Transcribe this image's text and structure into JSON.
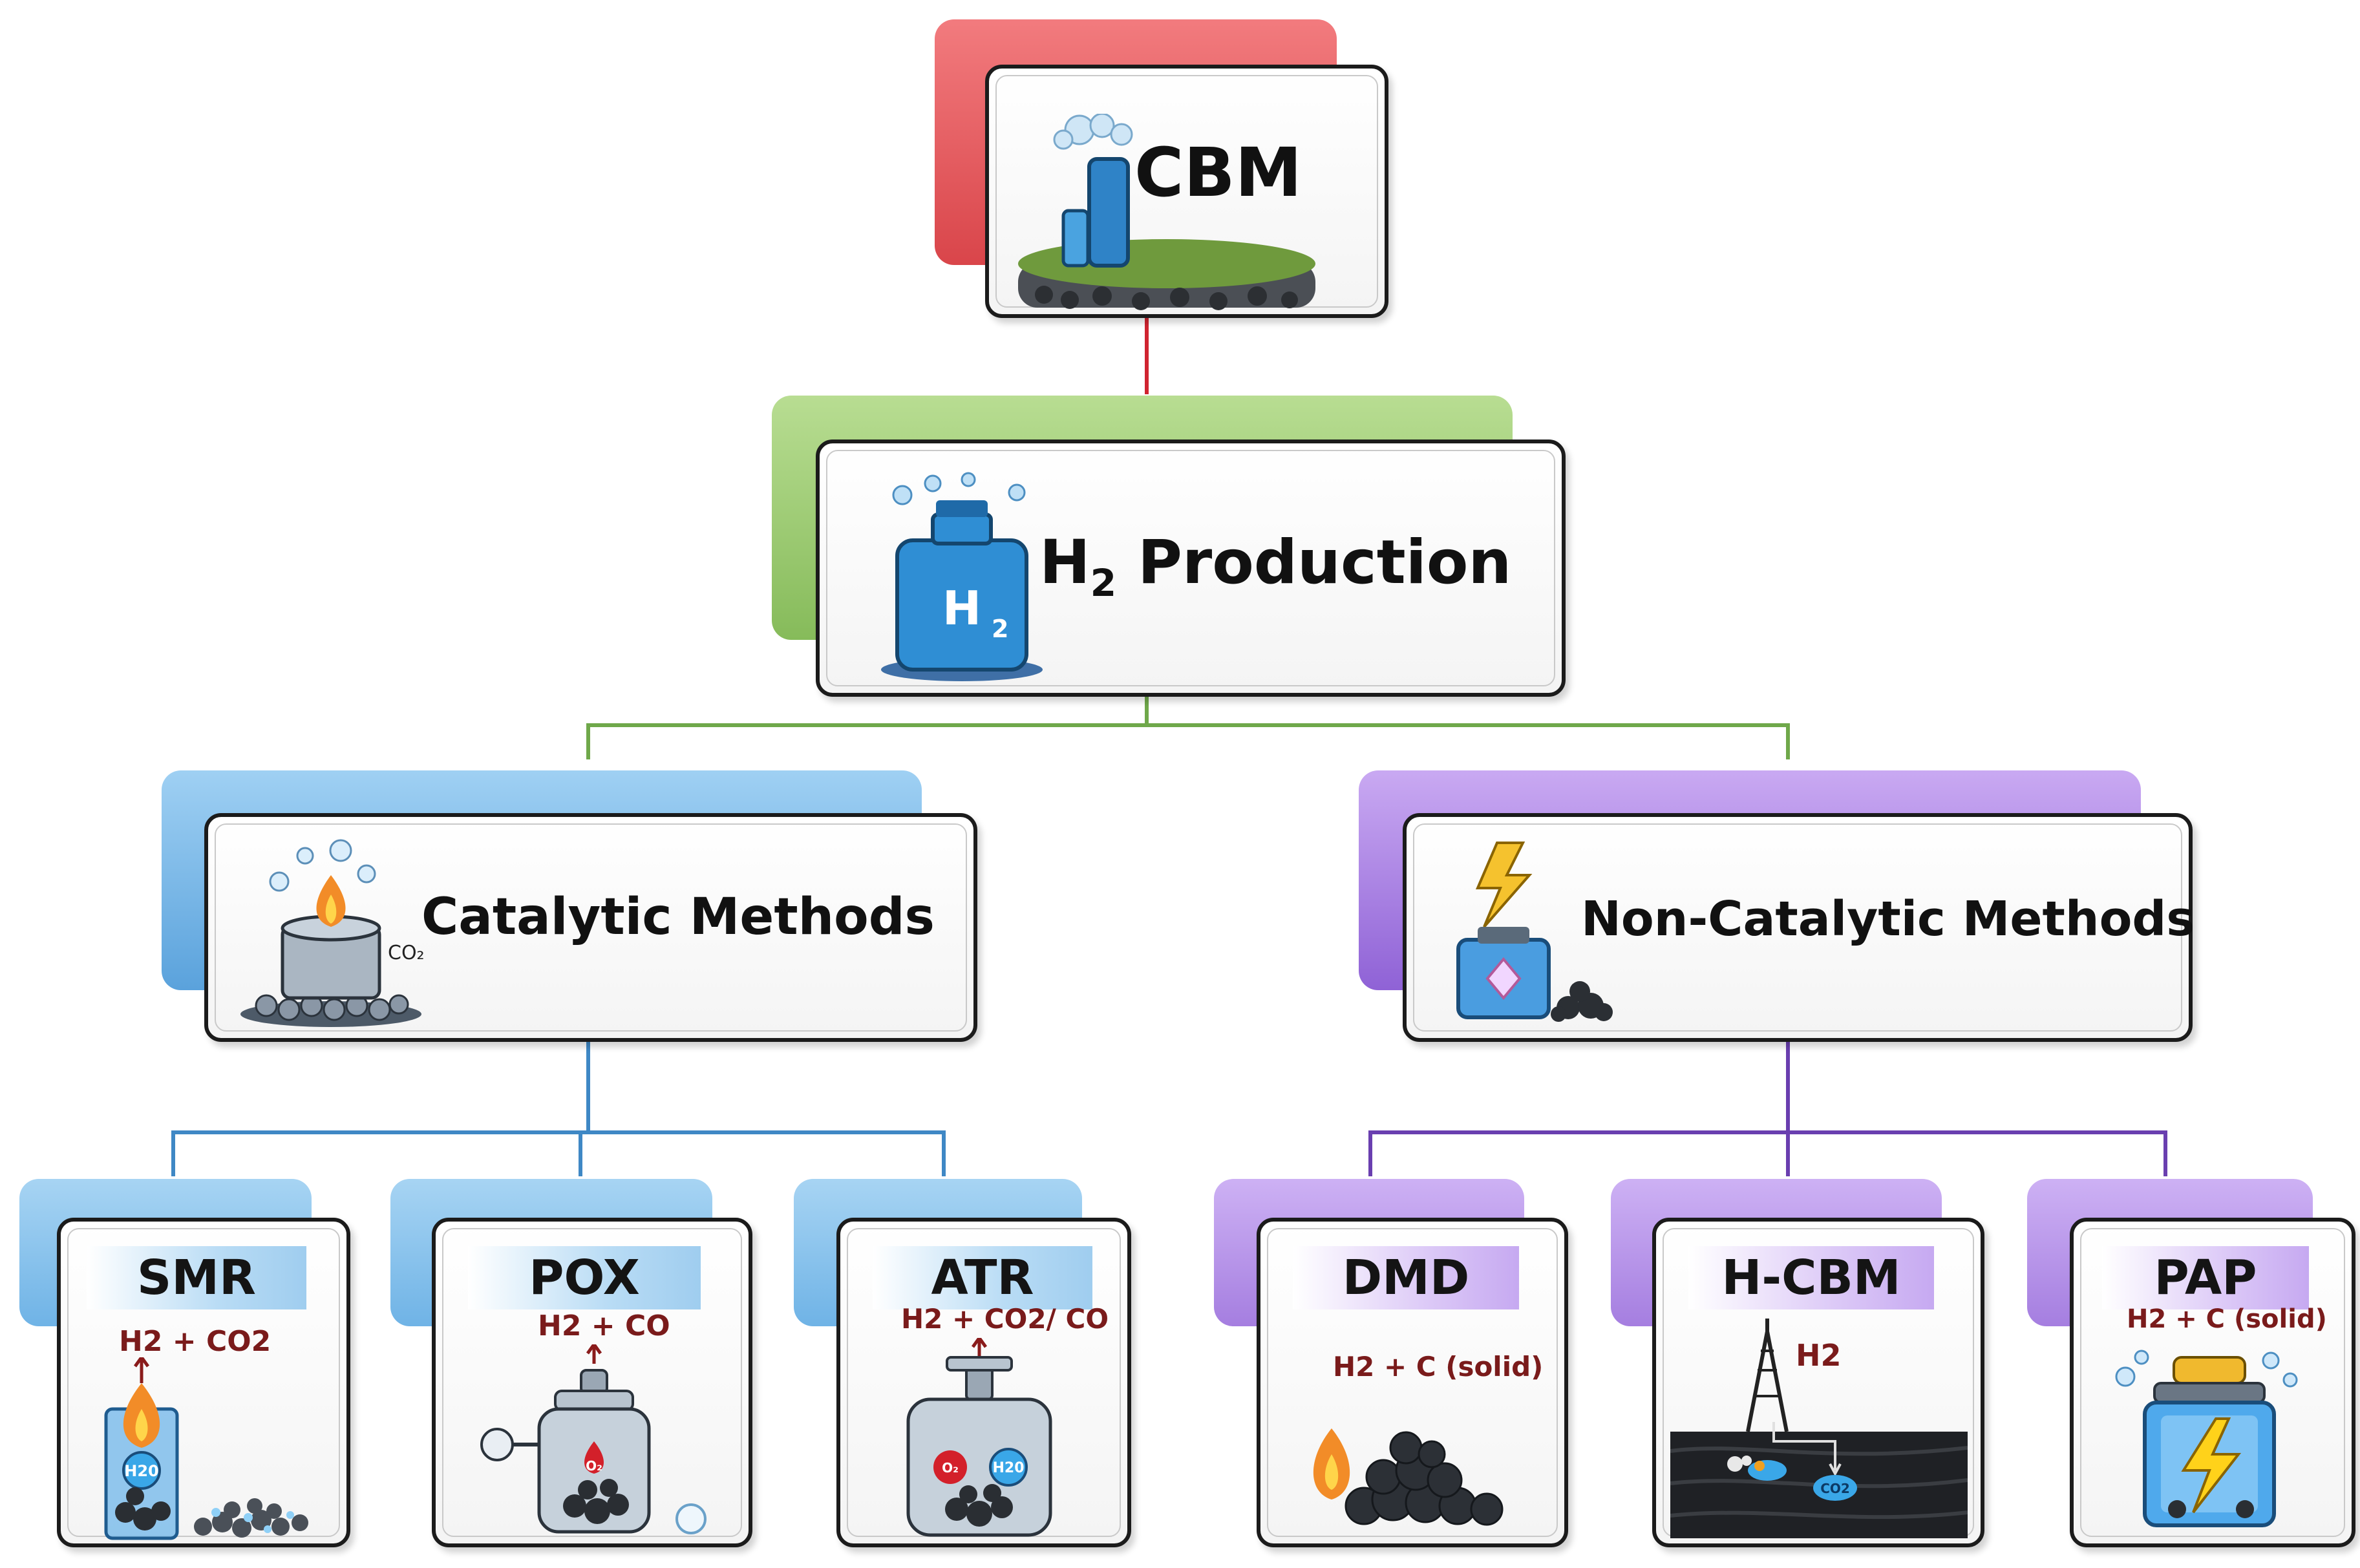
{
  "root": {
    "label": "CBM"
  },
  "level1": {
    "label_main": "H",
    "label_sub": "2",
    "label_rest": " Production"
  },
  "branches": [
    {
      "label": "Catalytic Methods",
      "icon_prefix": "CO₂",
      "color": "#6fb3e6"
    },
    {
      "label": "Non-Catalytic Methods",
      "color": "#a57ee0"
    }
  ],
  "leaves": [
    {
      "name": "SMR",
      "formula": "H2 + CO2"
    },
    {
      "name": "POX",
      "formula": "H2 + CO"
    },
    {
      "name": "ATR",
      "formula": "H2 + CO2/ CO"
    },
    {
      "name": "DMD",
      "formula": "H2 + C (solid)"
    },
    {
      "name": "H-CBM",
      "formula": "H2"
    },
    {
      "name": "PAP",
      "formula": "H2 + C (solid)"
    }
  ],
  "icon_labels": {
    "h2_bottle": "H",
    "h2_bottle_sub": "2",
    "h2o": "H20",
    "o2": "O₂",
    "co2": "CO2"
  },
  "colors": {
    "root": "#e85a5e",
    "level1": "#9fce78",
    "catalytic": "#6fb3e6",
    "noncatalytic": "#a57ee0",
    "formula": "#7a1b1b"
  }
}
